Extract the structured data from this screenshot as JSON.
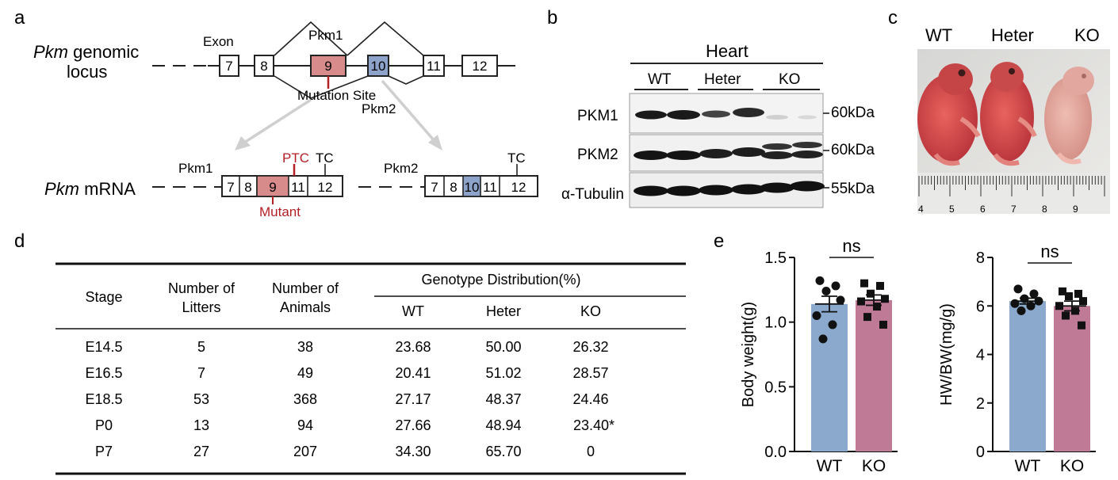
{
  "panels": {
    "a": "a",
    "b": "b",
    "c": "c",
    "d": "d",
    "e": "e"
  },
  "panel_a": {
    "genomic_label_italic": "Pkm",
    "genomic_label_rest": " genomic",
    "genomic_label_line2": "locus",
    "mrna_label_italic": "Pkm",
    "mrna_label_rest": " mRNA",
    "exon_label": "Exon",
    "pkm1": "Pkm1",
    "pkm2": "Pkm2",
    "mutation_site": "Mutation Site",
    "ptc": "PTC",
    "tc": "TC",
    "mutant": "Mutant",
    "exons": {
      "e7": "7",
      "e8": "8",
      "e9": "9",
      "e10": "10",
      "e11": "11",
      "e12": "12"
    }
  },
  "panel_b": {
    "tissue": "Heart",
    "groups": {
      "wt": "WT",
      "heter": "Heter",
      "ko": "KO"
    },
    "rows": {
      "pkm1": "PKM1",
      "pkm2": "PKM2",
      "tubulin": "α-Tubulin"
    },
    "sizes": {
      "pkm1": "60kDa",
      "pkm2": "60kDa",
      "tubulin": "55kDa"
    }
  },
  "panel_c": {
    "labels": {
      "wt": "WT",
      "heter": "Heter",
      "ko": "KO"
    },
    "ruler_numbers": [
      "4",
      "5",
      "6",
      "7",
      "8",
      "9"
    ]
  },
  "panel_d": {
    "headers": {
      "stage": "Stage",
      "litters1": "Number of",
      "litters2": "Litters",
      "animals1": "Number of",
      "animals2": "Animals",
      "genotype": "Genotype Distribution(%)",
      "wt": "WT",
      "heter": "Heter",
      "ko": "KO"
    },
    "rows": [
      {
        "stage": "E14.5",
        "litters": "5",
        "animals": "38",
        "wt": "23.68",
        "heter": "50.00",
        "ko": "26.32"
      },
      {
        "stage": "E16.5",
        "litters": "7",
        "animals": "49",
        "wt": "20.41",
        "heter": "51.02",
        "ko": "28.57"
      },
      {
        "stage": "E18.5",
        "litters": "53",
        "animals": "368",
        "wt": "27.17",
        "heter": "48.37",
        "ko": "24.46"
      },
      {
        "stage": "P0",
        "litters": "13",
        "animals": "94",
        "wt": "27.66",
        "heter": "48.94",
        "ko": "23.40*"
      },
      {
        "stage": "P7",
        "litters": "27",
        "animals": "207",
        "wt": "34.30",
        "heter": "65.70",
        "ko": "0"
      }
    ]
  },
  "chart_data": [
    {
      "type": "bar",
      "categories": [
        "WT",
        "KO"
      ],
      "values": [
        1.14,
        1.17
      ],
      "errors": [
        0.06,
        0.04
      ],
      "points": [
        [
          1.32,
          1.28,
          1.24,
          1.17,
          1.05,
          0.98,
          0.87
        ],
        [
          1.3,
          1.28,
          1.22,
          1.18,
          1.16,
          1.12,
          1.04,
          0.98
        ]
      ],
      "ylabel": "Body weight(g)",
      "ylim": [
        0,
        1.5
      ],
      "yticks": [
        "0.0",
        "0.5",
        "1.0",
        "1.5"
      ],
      "annotation": "ns",
      "colors": [
        "#8aa9cc",
        "#bf7a96"
      ]
    },
    {
      "type": "bar",
      "categories": [
        "WT",
        "KO"
      ],
      "values": [
        6.2,
        6.0
      ],
      "errors": [
        0.12,
        0.2
      ],
      "points": [
        [
          6.7,
          6.5,
          6.3,
          6.2,
          6.1,
          6.0,
          5.8
        ],
        [
          6.6,
          6.5,
          6.4,
          6.2,
          6.0,
          5.8,
          5.6,
          5.2
        ]
      ],
      "ylabel": "HW/BW(mg/g)",
      "ylim": [
        0,
        8
      ],
      "yticks": [
        "0",
        "2",
        "4",
        "6",
        "8"
      ],
      "annotation": "ns",
      "colors": [
        "#8aa9cc",
        "#bf7a96"
      ]
    }
  ]
}
